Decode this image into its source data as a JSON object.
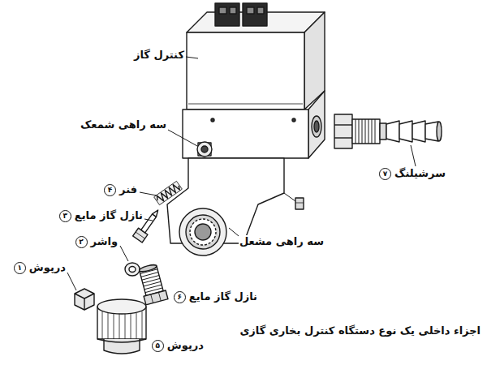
{
  "diagram": {
    "caption": "اجزاء داخلی یک نوع دستگاه کنترل بخاری گازی",
    "labels": [
      "کنترل گاز",
      "سه راهی شمعک",
      "سرشیلنگ",
      "۷",
      "فنر",
      "۴",
      "نازل گاز مایع",
      "۳",
      "واشر",
      "۲",
      "درپوش",
      "۱",
      "سه راهی مشعل",
      "نازل گاز مایع",
      "۶",
      "درپوش",
      "۵"
    ]
  }
}
